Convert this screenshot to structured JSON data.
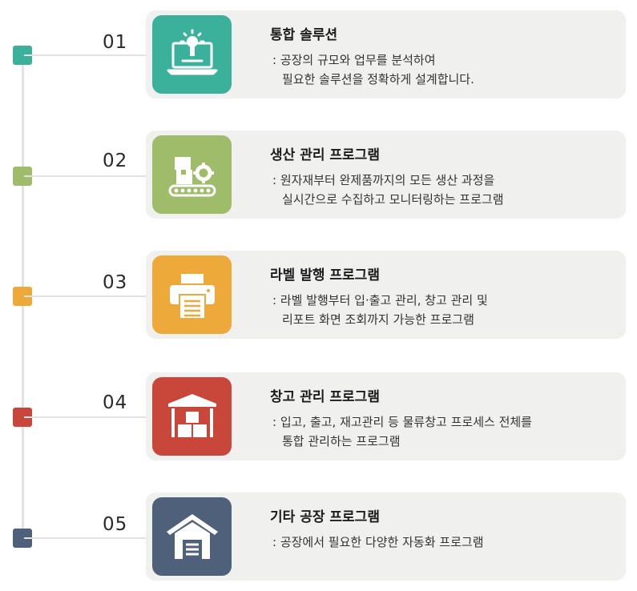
{
  "items": [
    {
      "number": "01",
      "title": "통합 솔루션",
      "desc_line1": ": 공장의 규모와 업무를 분석하여",
      "desc_line2": "필요한 솔루션을 정확하게 설계합니다.",
      "color": "#3bb09a",
      "icon": "laptop-lightbulb-icon"
    },
    {
      "number": "02",
      "title": "생산 관리 프로그램",
      "desc_line1": ": 원자재부터 완제품까지의 모든 생산 과정을",
      "desc_line2": "실시간으로 수집하고 모니터링하는 프로그램",
      "color": "#9ebc6a",
      "icon": "conveyor-gear-icon"
    },
    {
      "number": "03",
      "title": "라벨 발행 프로그램",
      "desc_line1": ": 라벨 발행부터 입·출고 관리, 창고 관리 및",
      "desc_line2": "리포트 화면 조회까지 가능한 프로그램",
      "color": "#eda93a",
      "icon": "printer-icon"
    },
    {
      "number": "04",
      "title": "창고 관리 프로그램",
      "desc_line1": ": 입고, 출고, 재고관리 등 물류창고 프로세스 전체를",
      "desc_line2": "통합 관리하는 프로그램",
      "color": "#c9463a",
      "icon": "warehouse-boxes-icon"
    },
    {
      "number": "05",
      "title": "기타 공장 프로그램",
      "desc_line1": ": 공장에서 필요한 다양한 자동화 프로그램",
      "desc_line2": "",
      "color": "#4f607a",
      "icon": "garage-icon"
    }
  ]
}
